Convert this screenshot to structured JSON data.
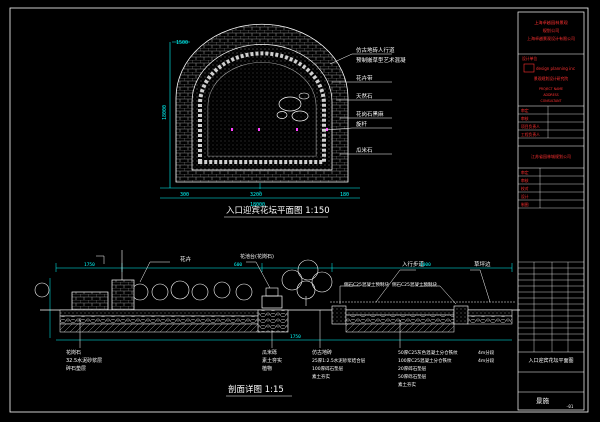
{
  "titles": {
    "plan": "入口迎宾花坛平面图 1:150",
    "section": "剖面详图 1:15"
  },
  "plan": {
    "labels": [
      "仿古地砖人行道",
      "预制嵌草型艺术混凝",
      "花卉带",
      "天然石",
      "花岗石黑麻",
      "旋杆",
      "瓜米石"
    ],
    "dimensions": [
      "300",
      "3200",
      "18000",
      "180",
      "1500"
    ]
  },
  "section": {
    "top_labels": [
      "花卉",
      "花池台(花岗石)",
      "入行步道",
      "草坪边"
    ],
    "labels_mid": [
      "侧石C25混凝土预制块",
      "侧石C25混凝土预制块"
    ],
    "bottom_labels": [
      "花岗石",
      "32.5水泥砂浆层",
      "碎石垫层",
      "瓜米砾",
      "素土夯实",
      "植物",
      "仿古地砖",
      "25厚1:2.5水泥砂浆结合层",
      "100厚碎石垫层",
      "素土夯实",
      "50厚C25灰色混凝土分仓铁纹",
      "100厚C25混凝土分仓铁纹",
      "20厚碎石垫层",
      "50厚砾石垫层",
      "素土夯实"
    ],
    "dimensions": [
      "1750",
      "600",
      "1000"
    ],
    "side_notes": [
      "4m分段",
      "4m分段"
    ]
  },
  "titleblock": {
    "firm": [
      "上海卓越园林景观",
      "规划公司",
      "上海卓越景观设计有限公司"
    ],
    "design_label": "设计单位",
    "logo_text": "design planning inc",
    "design_sub": "景观规划设计研究院",
    "project_info": [
      "PROJECT NAME",
      "ADDRESS",
      "CONSULTANT"
    ],
    "rows_top": [
      "审定",
      "审核",
      "项目负责人",
      "工程负责人"
    ],
    "mid_note": "江苏省园林城规划公司",
    "rows_mid": [
      "审定",
      "审核",
      "校对",
      "设计",
      "制图"
    ],
    "drawing_name": "入口迎宾花坛平面图",
    "drawing_no": "景施",
    "sheet_no": "-01"
  },
  "colors": {
    "background": "#000000",
    "cyan": "#00ffff",
    "red": "#ff3030",
    "magenta": "#ff40ff",
    "yellow": "#ffff40",
    "white": "#ffffff",
    "frame": "#ffffff"
  }
}
